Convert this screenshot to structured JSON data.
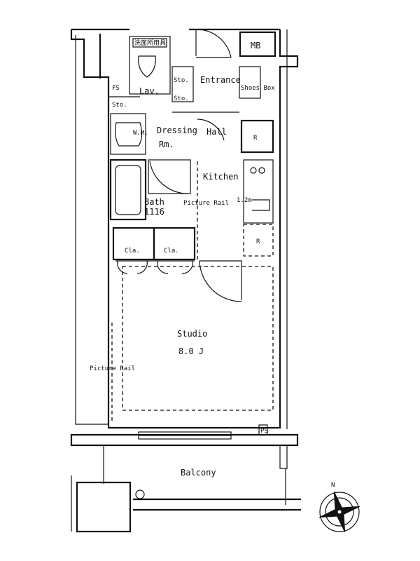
{
  "rooms": {
    "studio": "Studio",
    "studio_size": "8.0 J",
    "balcony": "Balcony",
    "entrance": "Entrance",
    "dressing": "Dressing",
    "dressing_rm": "Rm.",
    "kitchen": "Kitchen",
    "bath": "Bath",
    "bath_size": "1116",
    "lav": "Lav.",
    "hall": "Hall",
    "mb": "MB"
  },
  "labels": {
    "sto_entrance": "Sto.",
    "sto_left": "Sto.",
    "sto_entrance_lower": "Sto.",
    "shoes_box": "Shoes Box",
    "cla_left": "Cla.",
    "cla_right": "Cla.",
    "picture_rail_hall": "Picture Rail",
    "picture_rail_studio": "Picture Rail",
    "ps": "PS",
    "r_mark": "R",
    "ref_mark": "R",
    "kitchen_dim": "1.2m",
    "washer_label": "W.M.",
    "lav_sign": "洗面所用具",
    "fs": "FS",
    "north": "N"
  }
}
